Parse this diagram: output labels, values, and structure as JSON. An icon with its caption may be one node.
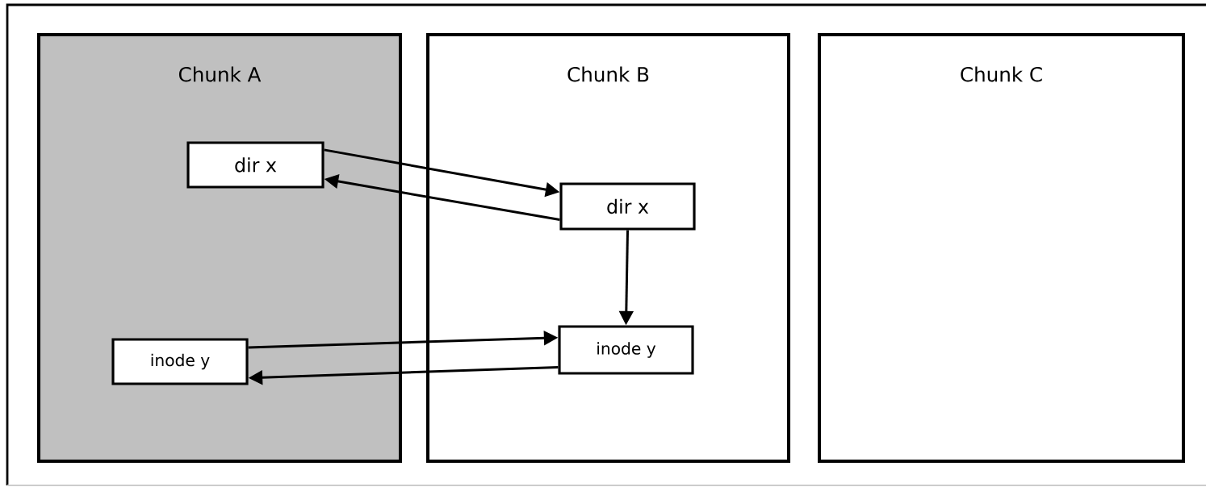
{
  "diagram": {
    "nodes": [
      {
        "text": [
          "Chunk A"
        ]
      },
      {
        "text": [
          "dir x"
        ],
        "in": 0
      },
      {
        "text": [
          "inode y"
        ],
        "in": 0
      },
      {
        "text": [
          "Chunk B"
        ]
      },
      {
        "text": [
          "dir x"
        ],
        "in": 3
      },
      {
        "text": [
          "inode y"
        ],
        "in": 3
      },
      {
        "text": [
          "Chunk C"
        ]
      }
    ],
    "edges": [
      {
        "from": 1,
        "to": 4,
        "arrow": "to"
      },
      {
        "from": 4,
        "to": 1,
        "arrow": "to"
      },
      {
        "from": 4,
        "to": 5,
        "arrow": "to"
      },
      {
        "from": 2,
        "to": 5,
        "arrow": "to"
      },
      {
        "from": 5,
        "to": 2,
        "arrow": "to"
      }
    ]
  }
}
